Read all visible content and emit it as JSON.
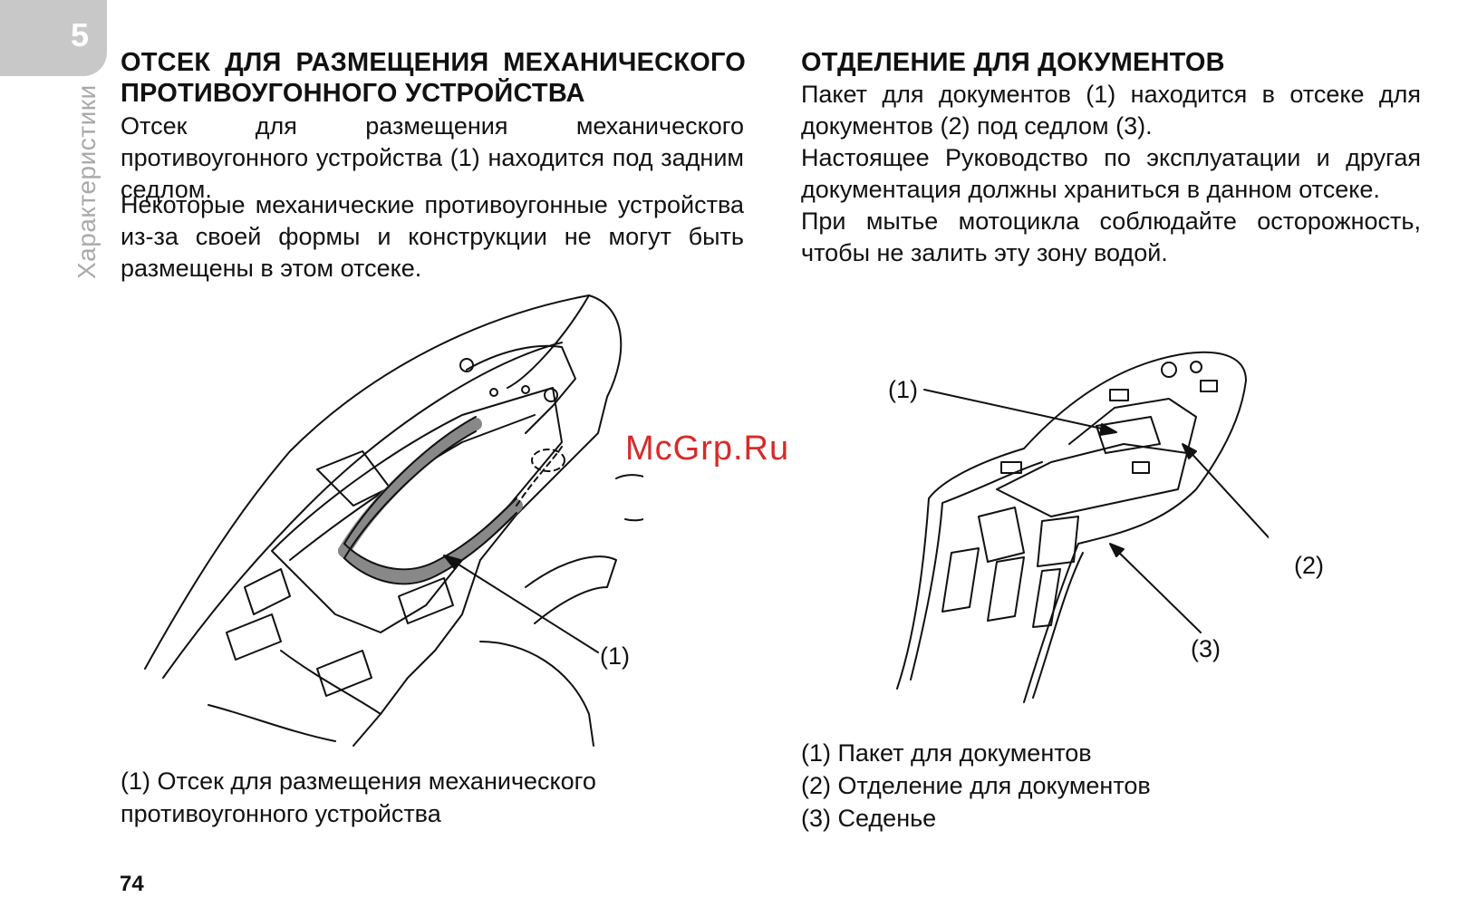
{
  "chapter": {
    "number": "5",
    "title": "Характеристики"
  },
  "left": {
    "heading_line1": "ОТСЕК ДЛЯ РАЗМЕЩЕНИЯ МЕХАНИЧЕСКОГО",
    "heading_line2": "ПРОТИВОУГОННОГО УСТРОЙСТВА",
    "paragraph1": "Отсек для размещения механического противоугонного устройства (1) находится под задним седлом.",
    "paragraph2": "Некоторые механические противоугонные устройства из-за своей формы и конструкции не могут быть размещены в этом отсеке.",
    "figure_label": "(1)",
    "caption_line1": "(1) Отсек для размещения механического",
    "caption_line2": "противоугонного устройства"
  },
  "right": {
    "heading": "ОТДЕЛЕНИЕ ДЛЯ ДОКУМЕНТОВ",
    "paragraph1": "Пакет для документов (1) находится в отсеке для документов (2) под седлом (3).",
    "paragraph2": "Настоящее Руководство по эксплуатации и другая документация должны храниться в данном отсеке.",
    "paragraph3": "При мытье мотоцикла соблюдайте осторожность, чтобы не залить эту зону водой.",
    "figure_labels": [
      "(1)",
      "(2)",
      "(3)"
    ],
    "captions": [
      "(1) Пакет для документов",
      "(2) Отделение для документов",
      "(3) Седенье"
    ]
  },
  "watermark": "McGrp.Ru",
  "page_number": "74"
}
